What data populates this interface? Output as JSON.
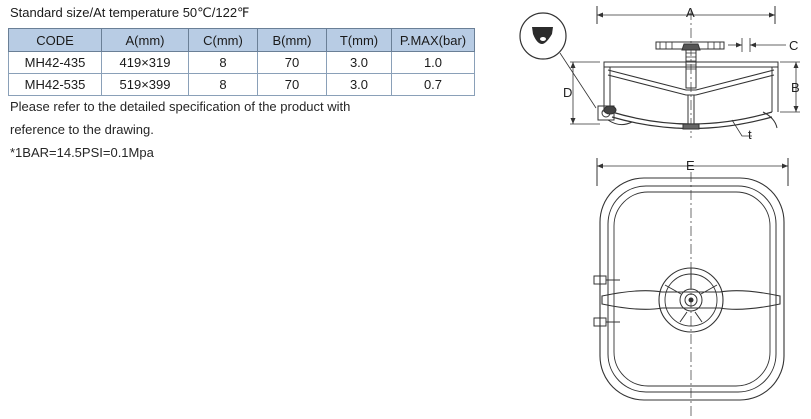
{
  "caption": "Standard size/At temperature 50℃/122℉",
  "table": {
    "headers": [
      "CODE",
      "A(mm)",
      "C(mm)",
      "B(mm)",
      "T(mm)",
      "P.MAX(bar)"
    ],
    "rows": [
      [
        "MH42-435",
        "419×319",
        "8",
        "70",
        "3.0",
        "1.0"
      ],
      [
        "MH42-535",
        "519×399",
        "8",
        "70",
        "3.0",
        "0.7"
      ]
    ]
  },
  "notes": {
    "line1": "Please refer to the detailed specification of the product with",
    "line2": "reference to the drawing.",
    "line3": "*1BAR=14.5PSI=0.1Mpa"
  },
  "drawing": {
    "label_a": "A",
    "label_b": "B",
    "label_c": "C",
    "label_d": "D",
    "label_e": "E",
    "label_t": "t"
  }
}
